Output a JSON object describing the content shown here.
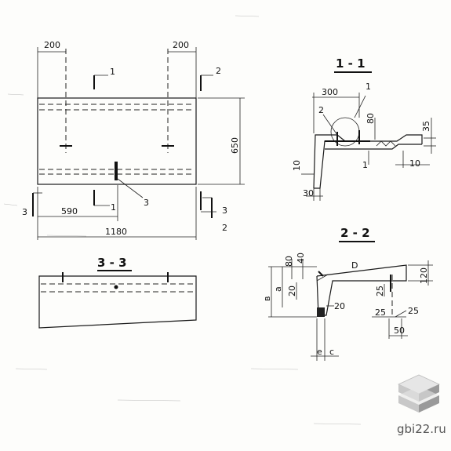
{
  "plan": {
    "dims": {
      "d200_left": "200",
      "d200_right": "200",
      "d650": "650",
      "d590": "590",
      "d1180": "1180"
    },
    "cuts": {
      "c1_top": "1",
      "c2_top": "2",
      "c3_mid": "3",
      "c3_left": "3",
      "c1_bottom": "1",
      "c3_right": "3",
      "c2_bottom": "2"
    }
  },
  "section_1_1": {
    "title": "1 - 1",
    "dims": {
      "d300": "300",
      "d80": "80",
      "d35": "35",
      "d10_left": "10",
      "d10_right": "10",
      "d30": "30"
    },
    "callouts": {
      "c1_top": "1",
      "c2": "2",
      "c1_bottom": "1"
    }
  },
  "section_2_2": {
    "title": "2 - 2",
    "dims": {
      "d80": "80",
      "d40": "40",
      "a": "a",
      "b": "в",
      "d20_a": "20",
      "d20_b": "20",
      "d25_a": "25",
      "d25_b": "25",
      "d25_c": "25",
      "d120": "120",
      "d50": "50",
      "e": "e",
      "c": "c",
      "d_top": "D"
    }
  },
  "section_3_3": {
    "title": "3 - 3"
  },
  "watermark": {
    "text": "gbi22.ru"
  },
  "colors": {
    "ink": "#111111",
    "paper": "#fdfdfb",
    "logo_light": "#e6e6e6",
    "logo_mid": "#c8c8c8",
    "logo_dark": "#9a9a9a"
  }
}
